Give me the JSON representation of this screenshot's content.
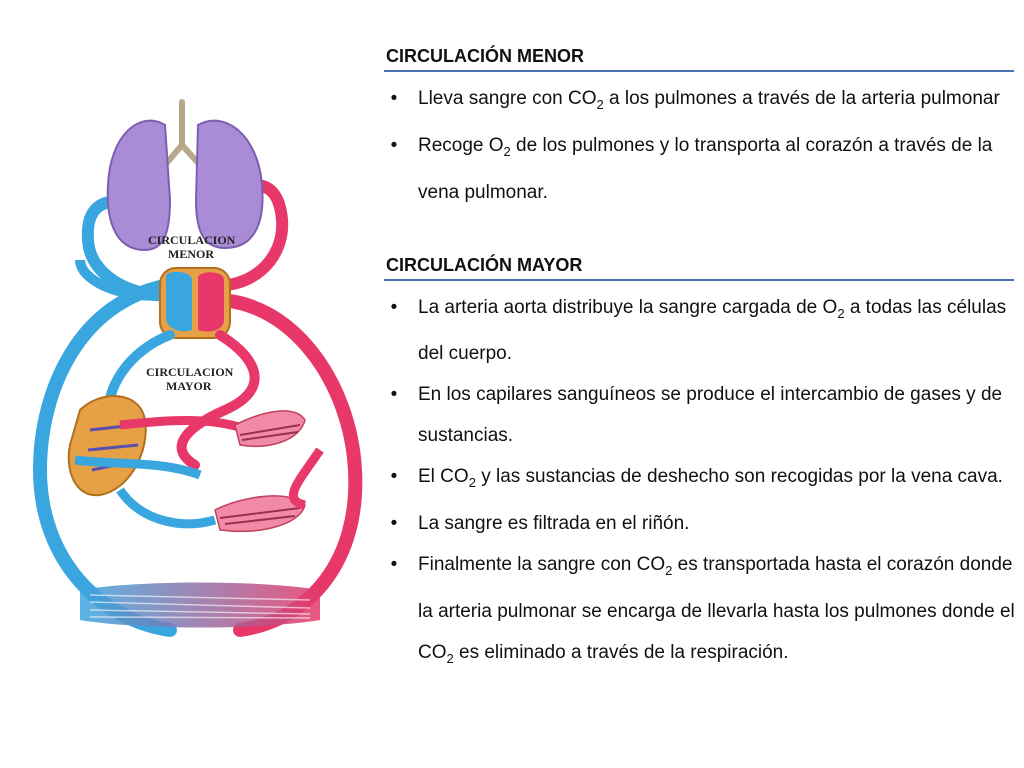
{
  "diagram": {
    "label_menor_line1": "CIRCULACION",
    "label_menor_line2": "MENOR",
    "label_mayor_line1": "CIRCULACION",
    "label_mayor_line2": "MAYOR",
    "colors": {
      "oxygenated_red": "#e8386a",
      "deoxygenated_blue": "#3aa6e0",
      "lungs_purple": "#a98bd6",
      "organ_orange": "#e6a046",
      "trachea": "#b8a88a"
    },
    "icons": [
      "lungs-icon",
      "heart-icon",
      "organ-icon",
      "capillary-bed-icon"
    ]
  },
  "menor": {
    "title": "CIRCULACIÓN MENOR",
    "bullets": [
      {
        "parts": [
          {
            "t": "Lleva sangre con CO"
          },
          {
            "sub": "2"
          },
          {
            "t": " a los pulmones a través de la arteria pulmonar"
          }
        ]
      },
      {
        "parts": [
          {
            "t": "Recoge O"
          },
          {
            "sub": "2"
          },
          {
            "t": " de los pulmones y lo transporta al corazón a través de la vena pulmonar."
          }
        ]
      }
    ]
  },
  "mayor": {
    "title": "CIRCULACIÓN MAYOR",
    "bullets": [
      {
        "parts": [
          {
            "t": "La arteria aorta distribuye la sangre cargada de O"
          },
          {
            "sub": "2"
          },
          {
            "t": " a todas las células del cuerpo."
          }
        ]
      },
      {
        "parts": [
          {
            "t": "En los capilares sanguíneos se produce el intercambio de gases y de sustancias."
          }
        ]
      },
      {
        "parts": [
          {
            "t": "El CO"
          },
          {
            "sub": "2"
          },
          {
            "t": " y las sustancias de deshecho son recogidas por la vena cava."
          }
        ]
      },
      {
        "parts": [
          {
            "t": "La sangre es filtrada en el riñón."
          }
        ]
      },
      {
        "parts": [
          {
            "t": " Finalmente la sangre con CO"
          },
          {
            "sub": "2"
          },
          {
            "t": " es transportada hasta el corazón donde la arteria pulmonar se encarga de llevarla hasta los pulmones donde el CO"
          },
          {
            "sub": "2"
          },
          {
            "t": " es eliminado a través de la respiración."
          }
        ]
      }
    ]
  }
}
